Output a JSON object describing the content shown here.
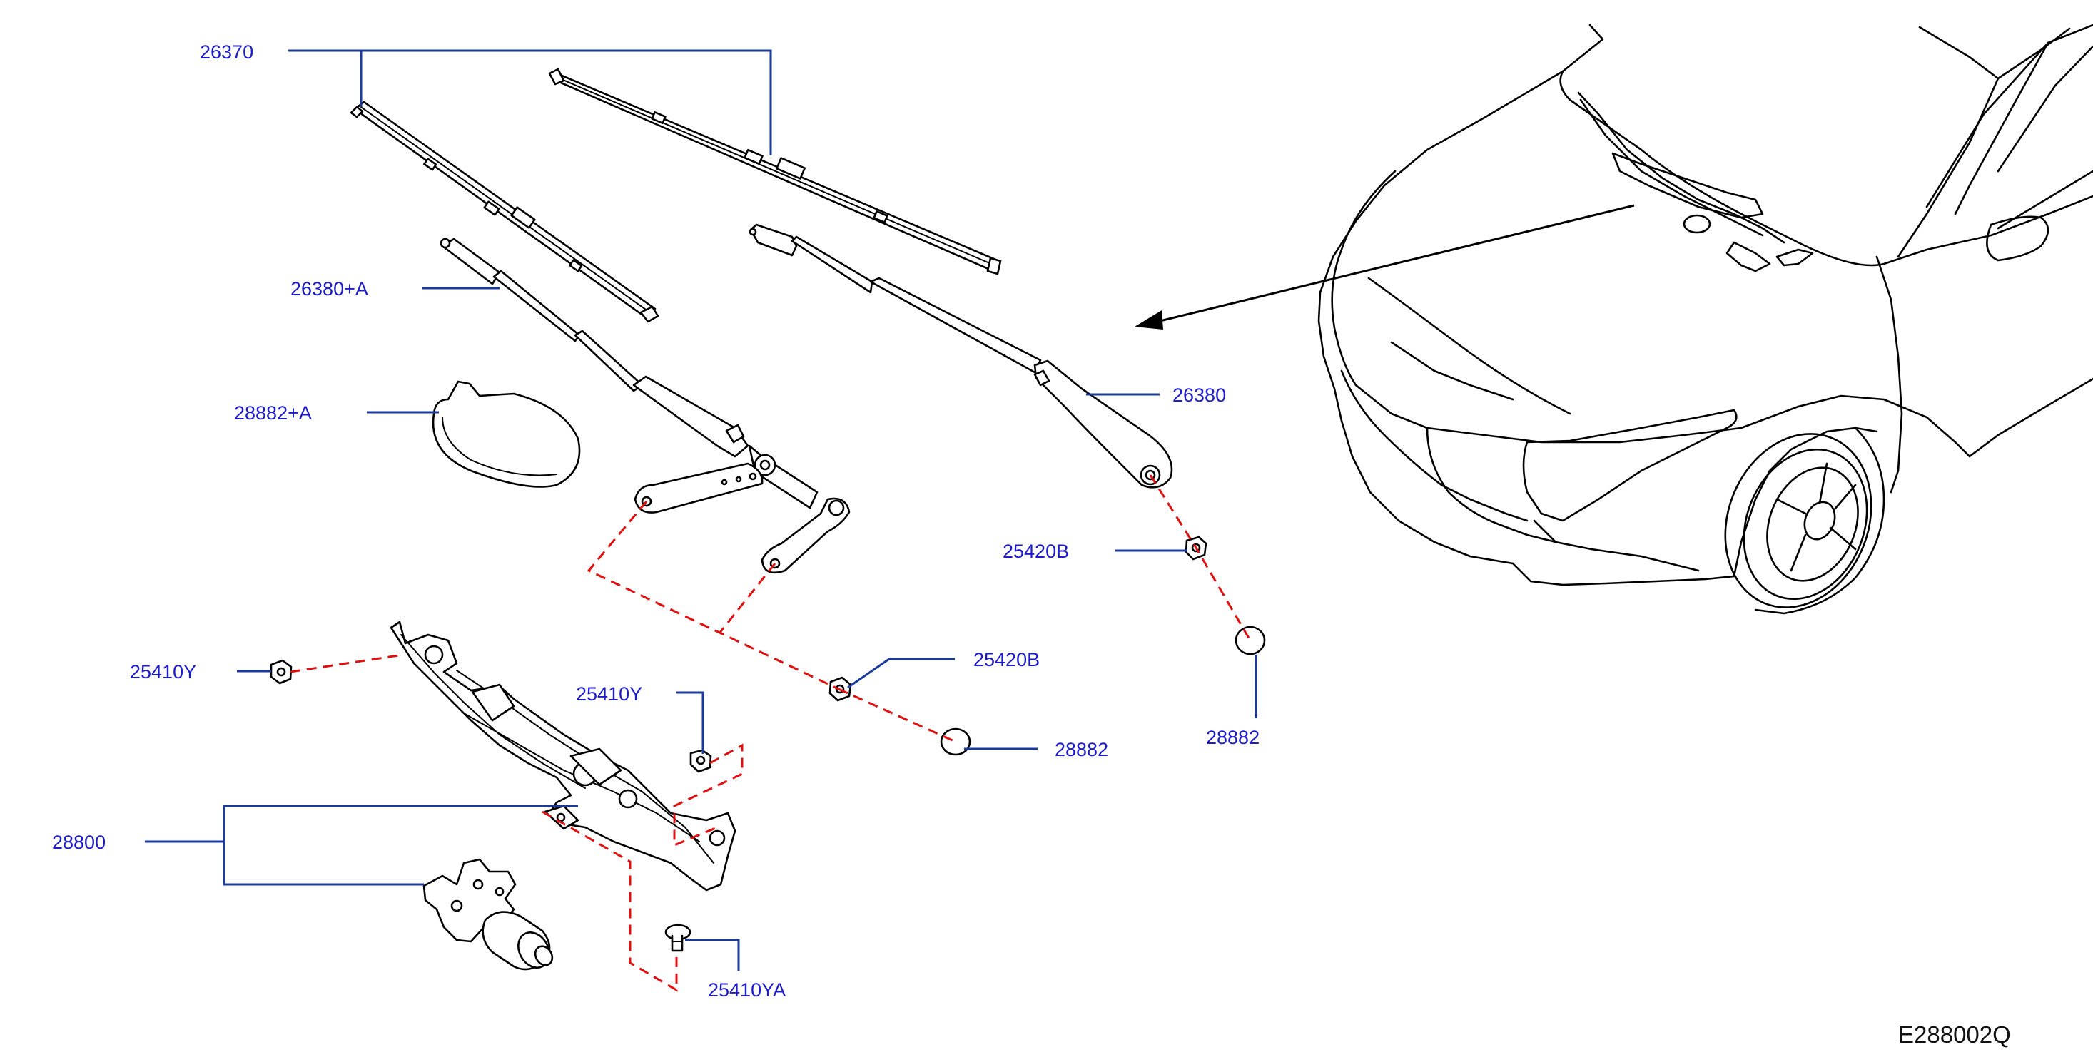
{
  "diagram": {
    "id": "E288002Q",
    "colors": {
      "label": "#1c1ccc",
      "leader": "#1a3a9c",
      "connector": "#e01010",
      "line_art": "#000000"
    },
    "labels": {
      "wiper_blades": "26370",
      "wiper_arm_left": "26380+A",
      "pivot_cover_left": "28882+A",
      "wiper_arm_right": "26380",
      "arm_nut_right": "25420B",
      "arm_nut_left": "25420B",
      "cap_right": "28882",
      "cap_left": "28882",
      "link_nut_left": "25410Y",
      "link_nut_center": "25410Y",
      "link_bolt": "25410YA",
      "motor_linkage": "28800"
    }
  }
}
